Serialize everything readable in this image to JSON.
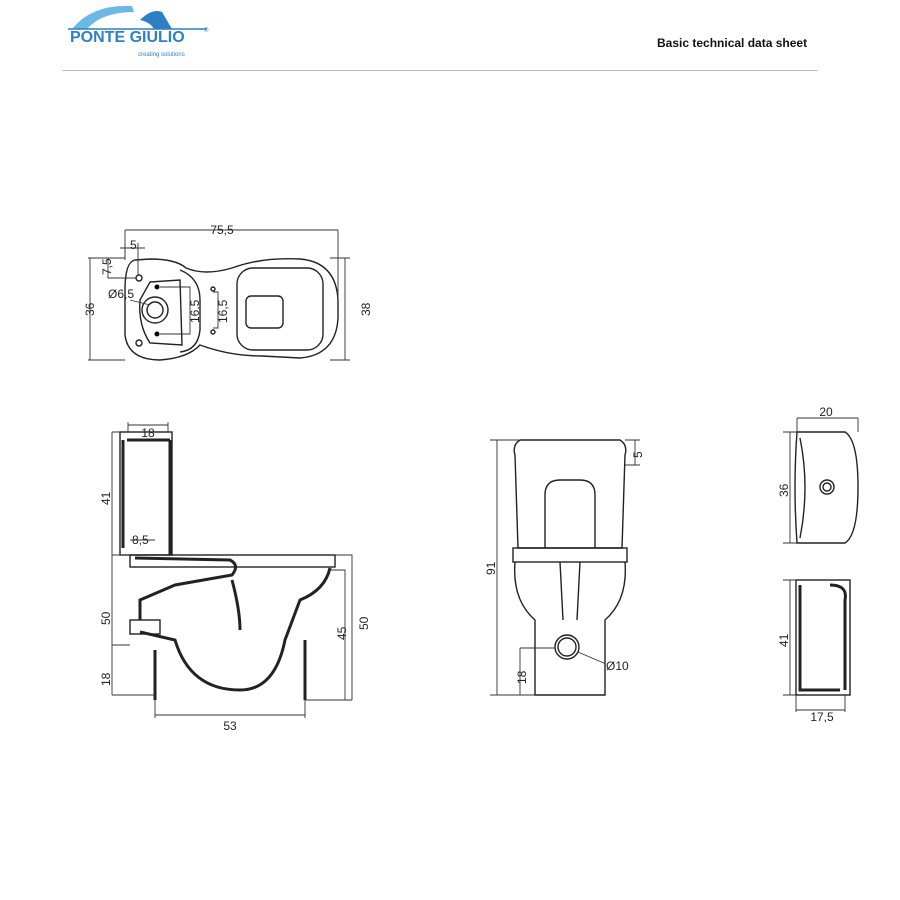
{
  "header": {
    "brand": "PONTE GIULIO",
    "tagline": "creating solutions",
    "registered": "®",
    "title": "Basic technical data sheet",
    "brand_color": "#2f7fc4"
  },
  "top_view": {
    "length": "75,5",
    "offset": "5",
    "offset_v": "7,5",
    "hole_diameter": "Ø6,5",
    "fix_spacing_1": "16,5",
    "fix_spacing_2": "16,5",
    "width_left": "36",
    "width_right": "38"
  },
  "side_view": {
    "tank_depth": "18",
    "tank_height": "41",
    "tank_offset": "8,5",
    "bowl_height_left": "50",
    "outlet_height": "18",
    "seat_height": "45",
    "bowl_height_right": "50",
    "base_length": "53"
  },
  "front_view": {
    "top_offset": "5",
    "total_height": "91",
    "outlet_height": "18",
    "outlet_diameter": "Ø10"
  },
  "tank_views": {
    "depth_top": "20",
    "width": "36",
    "height": "41",
    "depth_bottom": "17,5"
  }
}
